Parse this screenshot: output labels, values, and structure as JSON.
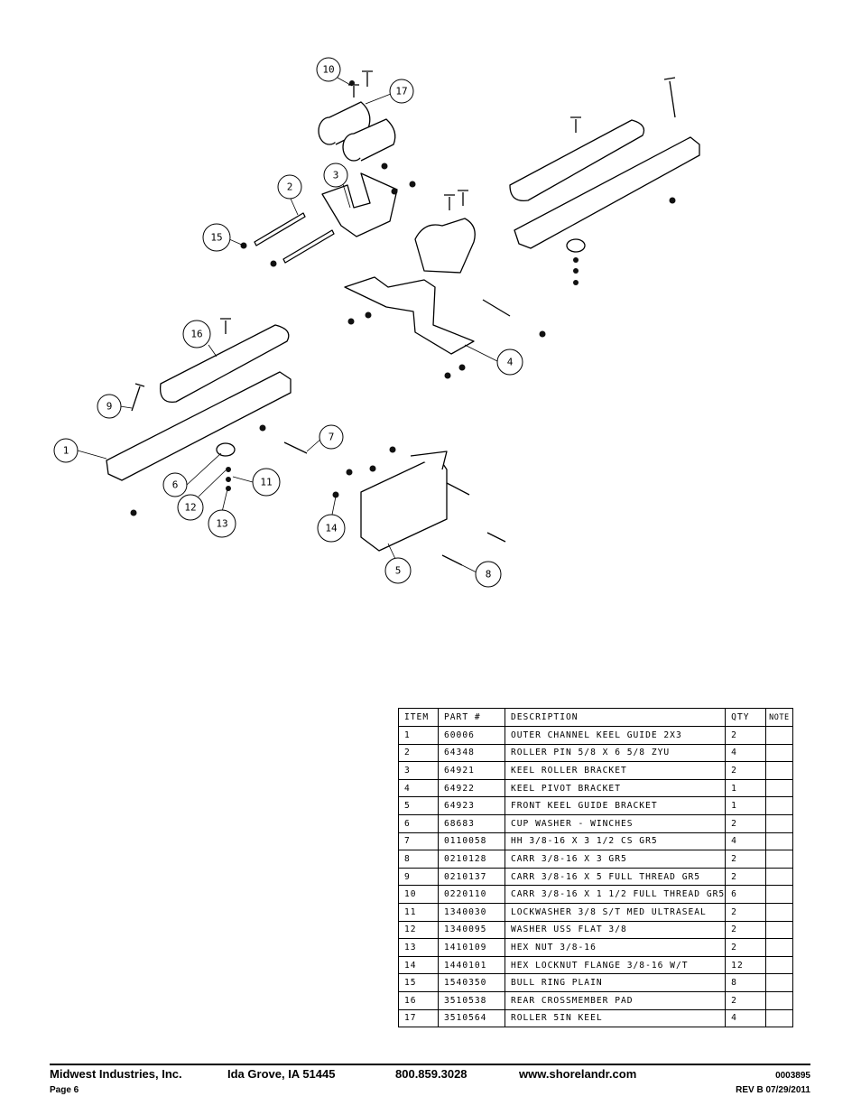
{
  "callouts": [
    {
      "id": "c10",
      "label": "10"
    },
    {
      "id": "c17",
      "label": "17"
    },
    {
      "id": "c2",
      "label": "2"
    },
    {
      "id": "c3",
      "label": "3"
    },
    {
      "id": "c15",
      "label": "15"
    },
    {
      "id": "c16",
      "label": "16"
    },
    {
      "id": "c9",
      "label": "9"
    },
    {
      "id": "c1",
      "label": "1"
    },
    {
      "id": "c4",
      "label": "4"
    },
    {
      "id": "c7",
      "label": "7"
    },
    {
      "id": "c6",
      "label": "6"
    },
    {
      "id": "c11",
      "label": "11"
    },
    {
      "id": "c12",
      "label": "12"
    },
    {
      "id": "c13",
      "label": "13"
    },
    {
      "id": "c14",
      "label": "14"
    },
    {
      "id": "c5",
      "label": "5"
    },
    {
      "id": "c8",
      "label": "8"
    }
  ],
  "table": {
    "headers": {
      "item": "ITEM",
      "part": "PART #",
      "description": "DESCRIPTION",
      "qty": "QTY",
      "note": "NOTE"
    },
    "rows": [
      {
        "item": "1",
        "part": "60006",
        "description": "OUTER CHANNEL KEEL GUIDE 2X3",
        "qty": "2"
      },
      {
        "item": "2",
        "part": "64348",
        "description": "ROLLER PIN  5/8 X 6 5/8 ZYU",
        "qty": "4"
      },
      {
        "item": "3",
        "part": "64921",
        "description": "KEEL ROLLER BRACKET",
        "qty": "2"
      },
      {
        "item": "4",
        "part": "64922",
        "description": "KEEL PIVOT BRACKET",
        "qty": "1"
      },
      {
        "item": "5",
        "part": "64923",
        "description": "FRONT KEEL GUIDE BRACKET",
        "qty": "1"
      },
      {
        "item": "6",
        "part": "68683",
        "description": "CUP WASHER - WINCHES",
        "qty": "2"
      },
      {
        "item": "7",
        "part": "0110058",
        "description": "HH 3/8-16 X 3 1/2 CS GR5",
        "qty": "4"
      },
      {
        "item": "8",
        "part": "0210128",
        "description": "CARR 3/8-16 X 3 GR5",
        "qty": "2"
      },
      {
        "item": "9",
        "part": "0210137",
        "description": "CARR 3/8-16 X 5 FULL THREAD GR5",
        "qty": "2"
      },
      {
        "item": "10",
        "part": "0220110",
        "description": "CARR 3/8-16 X 1 1/2 FULL THREAD GR5",
        "qty": "6"
      },
      {
        "item": "11",
        "part": "1340030",
        "description": "LOCKWASHER 3/8 S/T MED ULTRASEAL",
        "qty": "2"
      },
      {
        "item": "12",
        "part": "1340095",
        "description": "WASHER USS FLAT 3/8",
        "qty": "2"
      },
      {
        "item": "13",
        "part": "1410109",
        "description": "HEX NUT 3/8-16",
        "qty": "2"
      },
      {
        "item": "14",
        "part": "1440101",
        "description": "HEX LOCKNUT FLANGE 3/8-16 W/T",
        "qty": "12"
      },
      {
        "item": "15",
        "part": "1540350",
        "description": "BULL RING PLAIN",
        "qty": "8"
      },
      {
        "item": "16",
        "part": "3510538",
        "description": "REAR CROSSMEMBER PAD",
        "qty": "2"
      },
      {
        "item": "17",
        "part": "3510564",
        "description": "ROLLER 5IN KEEL",
        "qty": "4"
      }
    ]
  },
  "footer": {
    "company": "Midwest Industries, Inc.",
    "location": "Ida Grove, IA  51445",
    "phone": "800.859.3028",
    "website": "www.shorelandr.com",
    "doc_number": "0003895",
    "page": "Page 6",
    "revision": "REV B  07/29/2011"
  }
}
